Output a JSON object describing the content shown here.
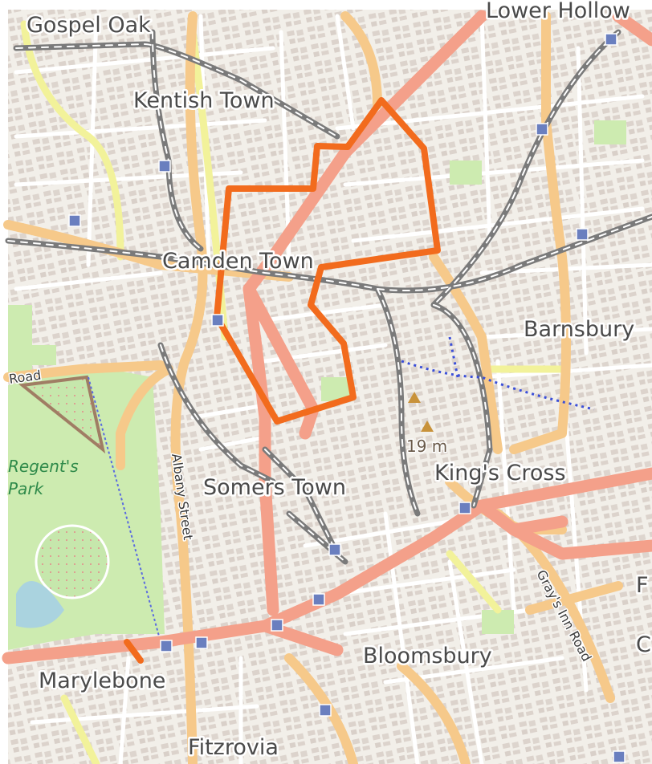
{
  "map": {
    "places": [
      {
        "id": "gospel-oak",
        "text": "Gospel Oak"
      },
      {
        "id": "lower-holloway",
        "text": "Lower Hollow"
      },
      {
        "id": "kentish-town",
        "text": "Kentish Town"
      },
      {
        "id": "camden-town",
        "text": "Camden Town"
      },
      {
        "id": "barnsbury",
        "text": "Barnsbury"
      },
      {
        "id": "somers-town",
        "text": "Somers Town"
      },
      {
        "id": "kings-cross",
        "text": "King's Cross"
      },
      {
        "id": "bloomsbury",
        "text": "Bloomsbury"
      },
      {
        "id": "marylebone",
        "text": "Marylebone"
      },
      {
        "id": "fitzrovia",
        "text": "Fitzrovia"
      },
      {
        "id": "edge-f",
        "text": "F"
      },
      {
        "id": "edge-c",
        "text": "C"
      }
    ],
    "roads": [
      {
        "id": "albany-street",
        "text": "Albany Street"
      },
      {
        "id": "grays-inn-road",
        "text": "Gray's Inn Road"
      },
      {
        "id": "road-west",
        "text": "Road"
      }
    ],
    "parks": [
      {
        "id": "regents-park",
        "text": "Regent's Park"
      }
    ],
    "annotations": [
      {
        "id": "elevation",
        "text": "19 m"
      }
    ],
    "colors": {
      "route": "#f26b1d",
      "major_road": "#f4a08a",
      "secondary_road": "#f6c98a",
      "tertiary_road": "#f2f29a",
      "railway": "#7a7a7a",
      "park": "#cdebb0",
      "station": "#6a7fbf",
      "background": "#f2efe9",
      "building": "#d9d0c9"
    },
    "icons": [
      "station-icon",
      "viewpoint-icon"
    ]
  }
}
